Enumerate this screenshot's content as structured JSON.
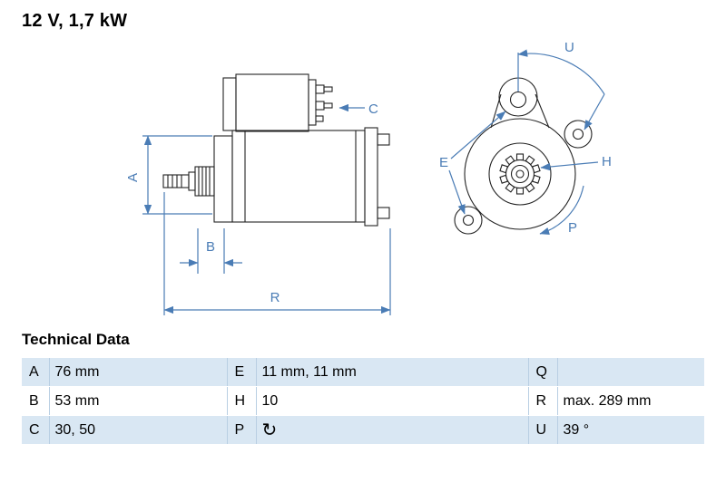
{
  "header": {
    "title": "12 V, 1,7 kW"
  },
  "colors": {
    "annotation_blue": "#4a7cb5",
    "table_row_blue": "#d9e7f3"
  },
  "diagram": {
    "labels": {
      "A": "A",
      "B": "B",
      "C": "C",
      "E": "E",
      "H": "H",
      "P": "P",
      "R": "R",
      "U": "U"
    }
  },
  "technical_data": {
    "heading": "Technical Data",
    "rotation_icon": "↻",
    "rows": [
      [
        {
          "label": "A",
          "value": "76 mm"
        },
        {
          "label": "E",
          "value": "11 mm, 11 mm"
        },
        {
          "label": "Q",
          "value": ""
        }
      ],
      [
        {
          "label": "B",
          "value": "53 mm"
        },
        {
          "label": "H",
          "value": "10"
        },
        {
          "label": "R",
          "value": "max. 289 mm"
        }
      ],
      [
        {
          "label": "C",
          "value": "30, 50"
        },
        {
          "label": "P",
          "value": ""
        },
        {
          "label": "U",
          "value": "39 °"
        }
      ]
    ]
  }
}
